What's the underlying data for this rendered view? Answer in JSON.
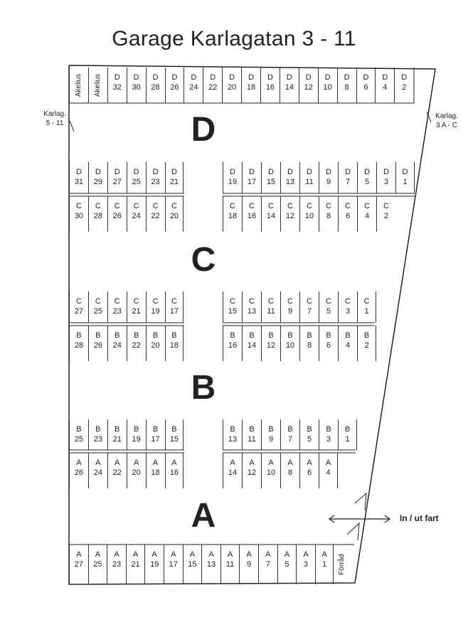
{
  "title": "Garage  Karlagatan 3 - 11",
  "side_left": [
    "Karlag.",
    "5 - 11"
  ],
  "side_right": [
    "Karlag.",
    "3 A - C"
  ],
  "zones": [
    "D",
    "C",
    "B",
    "A"
  ],
  "top_row": [
    {
      "v": "Akelius"
    },
    {
      "v": "Akelius"
    },
    {
      "a": "D",
      "n": "32"
    },
    {
      "a": "D",
      "n": "30"
    },
    {
      "a": "D",
      "n": "28"
    },
    {
      "a": "D",
      "n": "26"
    },
    {
      "a": "D",
      "n": "24"
    },
    {
      "a": "D",
      "n": "22"
    },
    {
      "a": "D",
      "n": "20"
    },
    {
      "a": "D",
      "n": "18"
    },
    {
      "a": "D",
      "n": "16"
    },
    {
      "a": "D",
      "n": "14"
    },
    {
      "a": "D",
      "n": "12"
    },
    {
      "a": "D",
      "n": "10"
    },
    {
      "a": "D",
      "n": "8"
    },
    {
      "a": "D",
      "n": "6"
    },
    {
      "a": "D",
      "n": "4"
    },
    {
      "a": "D",
      "n": "2"
    }
  ],
  "d_left": [
    [
      "D",
      "31"
    ],
    [
      "D",
      "29"
    ],
    [
      "D",
      "27"
    ],
    [
      "D",
      "25"
    ],
    [
      "D",
      "23"
    ],
    [
      "D",
      "21"
    ]
  ],
  "d_right": [
    [
      "D",
      "19"
    ],
    [
      "D",
      "17"
    ],
    [
      "D",
      "15"
    ],
    [
      "D",
      "13"
    ],
    [
      "D",
      "11"
    ],
    [
      "D",
      "9"
    ],
    [
      "D",
      "7"
    ],
    [
      "D",
      "5"
    ],
    [
      "D",
      "3"
    ],
    [
      "D",
      "1"
    ]
  ],
  "c1_left": [
    [
      "C",
      "30"
    ],
    [
      "C",
      "28"
    ],
    [
      "C",
      "26"
    ],
    [
      "C",
      "24"
    ],
    [
      "C",
      "22"
    ],
    [
      "C",
      "20"
    ]
  ],
  "c1_right": [
    [
      "C",
      "18"
    ],
    [
      "C",
      "16"
    ],
    [
      "C",
      "14"
    ],
    [
      "C",
      "12"
    ],
    [
      "C",
      "10"
    ],
    [
      "C",
      "8"
    ],
    [
      "C",
      "6"
    ],
    [
      "C",
      "4"
    ],
    [
      "C",
      "2"
    ]
  ],
  "c2_left": [
    [
      "C",
      "27"
    ],
    [
      "C",
      "25"
    ],
    [
      "C",
      "23"
    ],
    [
      "C",
      "21"
    ],
    [
      "C",
      "19"
    ],
    [
      "C",
      "17"
    ]
  ],
  "c2_right": [
    [
      "C",
      "15"
    ],
    [
      "C",
      "13"
    ],
    [
      "C",
      "11"
    ],
    [
      "C",
      "9"
    ],
    [
      "C",
      "7"
    ],
    [
      "C",
      "5"
    ],
    [
      "C",
      "3"
    ],
    [
      "C",
      "1"
    ]
  ],
  "b1_left": [
    [
      "B",
      "28"
    ],
    [
      "B",
      "26"
    ],
    [
      "B",
      "24"
    ],
    [
      "B",
      "22"
    ],
    [
      "B",
      "20"
    ],
    [
      "B",
      "18"
    ]
  ],
  "b1_right": [
    [
      "B",
      "16"
    ],
    [
      "B",
      "14"
    ],
    [
      "B",
      "12"
    ],
    [
      "B",
      "10"
    ],
    [
      "B",
      "8"
    ],
    [
      "B",
      "6"
    ],
    [
      "B",
      "4"
    ],
    [
      "B",
      "2"
    ]
  ],
  "b2_left": [
    [
      "B",
      "25"
    ],
    [
      "B",
      "23"
    ],
    [
      "B",
      "21"
    ],
    [
      "B",
      "19"
    ],
    [
      "B",
      "17"
    ],
    [
      "B",
      "15"
    ]
  ],
  "b2_right": [
    [
      "B",
      "13"
    ],
    [
      "B",
      "11"
    ],
    [
      "B",
      "9"
    ],
    [
      "B",
      "7"
    ],
    [
      "B",
      "5"
    ],
    [
      "B",
      "3"
    ],
    [
      "B",
      "1"
    ]
  ],
  "a1_left": [
    [
      "A",
      "26"
    ],
    [
      "A",
      "24"
    ],
    [
      "A",
      "22"
    ],
    [
      "A",
      "20"
    ],
    [
      "A",
      "18"
    ],
    [
      "A",
      "16"
    ]
  ],
  "a1_right": [
    [
      "A",
      "14"
    ],
    [
      "A",
      "12"
    ],
    [
      "A",
      "10"
    ],
    [
      "A",
      "8"
    ],
    [
      "A",
      "6"
    ],
    [
      "A",
      "4"
    ]
  ],
  "bottom_row": [
    [
      "A",
      "27"
    ],
    [
      "A",
      "25"
    ],
    [
      "A",
      "23"
    ],
    [
      "A",
      "21"
    ],
    [
      "A",
      "19"
    ],
    [
      "A",
      "17"
    ],
    [
      "A",
      "15"
    ],
    [
      "A",
      "13"
    ],
    [
      "A",
      "11"
    ],
    [
      "A",
      "9"
    ],
    [
      "A",
      "7"
    ],
    [
      "A",
      "5"
    ],
    [
      "A",
      "3"
    ],
    [
      "A",
      "1"
    ]
  ],
  "storage_label": "Förråd",
  "entrance_label": "In / ut fart"
}
